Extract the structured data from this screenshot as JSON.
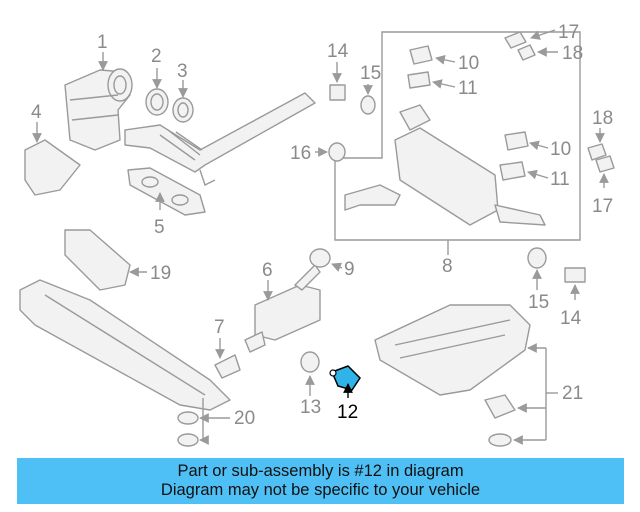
{
  "callouts": [
    {
      "id": "c1",
      "text": "1"
    },
    {
      "id": "c2",
      "text": "2"
    },
    {
      "id": "c3",
      "text": "3"
    },
    {
      "id": "c4",
      "text": "4"
    },
    {
      "id": "c5",
      "text": "5"
    },
    {
      "id": "c6",
      "text": "6"
    },
    {
      "id": "c7",
      "text": "7"
    },
    {
      "id": "c8",
      "text": "8"
    },
    {
      "id": "c9",
      "text": "9"
    },
    {
      "id": "c10a",
      "text": "10"
    },
    {
      "id": "c10b",
      "text": "10"
    },
    {
      "id": "c11a",
      "text": "11"
    },
    {
      "id": "c11b",
      "text": "11"
    },
    {
      "id": "c12",
      "text": "12"
    },
    {
      "id": "c13",
      "text": "13"
    },
    {
      "id": "c14a",
      "text": "14"
    },
    {
      "id": "c14b",
      "text": "14"
    },
    {
      "id": "c15a",
      "text": "15"
    },
    {
      "id": "c15b",
      "text": "15"
    },
    {
      "id": "c16",
      "text": "16"
    },
    {
      "id": "c17a",
      "text": "17"
    },
    {
      "id": "c17b",
      "text": "17"
    },
    {
      "id": "c18a",
      "text": "18"
    },
    {
      "id": "c18b",
      "text": "18"
    },
    {
      "id": "c19",
      "text": "19"
    },
    {
      "id": "c20",
      "text": "20"
    },
    {
      "id": "c21",
      "text": "21"
    }
  ],
  "highlight": {
    "part_number": "12",
    "color": "#2fb3e8"
  },
  "banner": {
    "line1": "Part or sub-assembly is #12 in diagram",
    "line2": "Diagram may not be specific to your vehicle",
    "background": "#4fc0f5"
  }
}
